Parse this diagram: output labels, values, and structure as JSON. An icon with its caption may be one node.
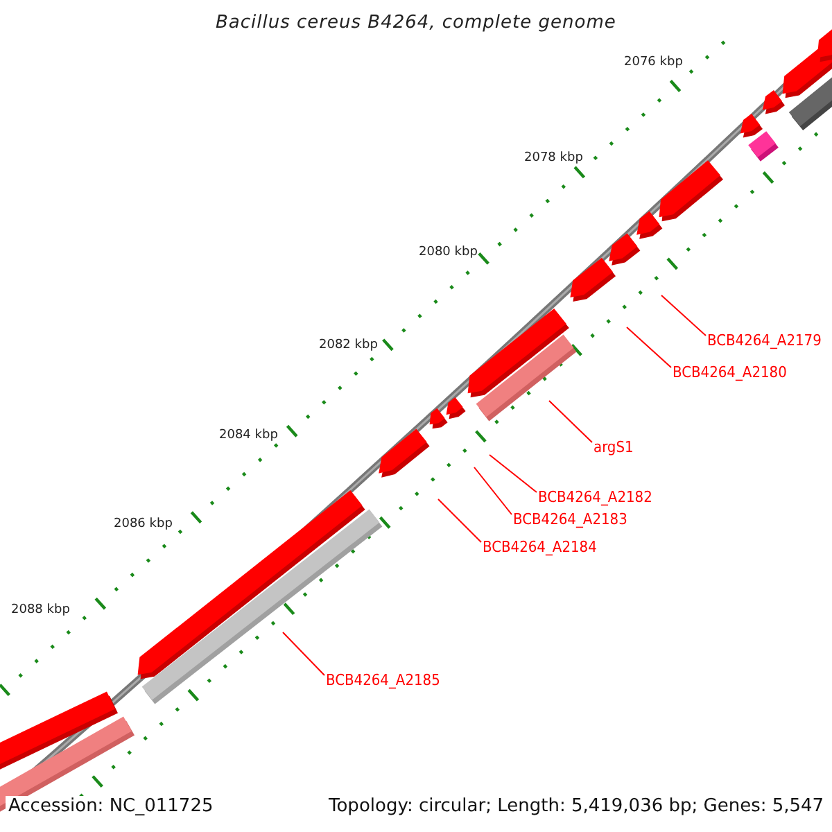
{
  "diagram": {
    "title": "Bacillus cereus B4264, complete genome",
    "nodes": [
      {
        "text": [
          "BCB4264_A2179"
        ]
      },
      {
        "text": [
          "BCB4264_A2180"
        ]
      },
      {
        "text": [
          "argS1"
        ]
      },
      {
        "text": [
          "BCB4264_A2182"
        ]
      },
      {
        "text": [
          "BCB4264_A2183"
        ]
      },
      {
        "text": [
          "BCB4264_A2184"
        ]
      },
      {
        "text": [
          "BCB4264_A2185"
        ]
      }
    ],
    "edges": [
      {
        "from": 0,
        "to": null,
        "arrow": "none",
        "color": "#ff0000"
      },
      {
        "from": 1,
        "to": null,
        "arrow": "none",
        "color": "#ff0000"
      },
      {
        "from": 2,
        "to": null,
        "arrow": "none",
        "color": "#ff0000"
      },
      {
        "from": 3,
        "to": null,
        "arrow": "none",
        "color": "#ff0000"
      },
      {
        "from": 4,
        "to": null,
        "arrow": "none",
        "color": "#ff0000"
      },
      {
        "from": 5,
        "to": null,
        "arrow": "none",
        "color": "#ff0000"
      },
      {
        "from": 6,
        "to": null,
        "arrow": "none",
        "color": "#ff0000"
      }
    ],
    "labels": [
      "2076 kbp",
      "2078 kbp",
      "2080 kbp",
      "2082 kbp",
      "2084 kbp",
      "2086 kbp",
      "2088 kbp",
      "Accession: NC_011725",
      "Topology: circular; Length: 5,419,036 bp; Genes: 5,547"
    ]
  }
}
